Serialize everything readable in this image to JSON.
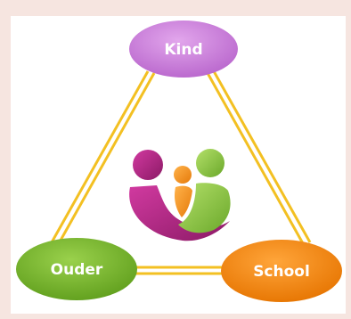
{
  "diagram": {
    "nodes": {
      "kind": {
        "label": "Kind",
        "color": "#c77ad8"
      },
      "ouder": {
        "label": "Ouder",
        "color": "#79b82e"
      },
      "school": {
        "label": "School",
        "color": "#f0880e"
      }
    },
    "connector_color": "#f3c022",
    "logo": {
      "icon": "family-figures-icon",
      "colors": {
        "magenta": "#c0278a",
        "orange": "#f29422",
        "green": "#8cc63f"
      }
    }
  }
}
